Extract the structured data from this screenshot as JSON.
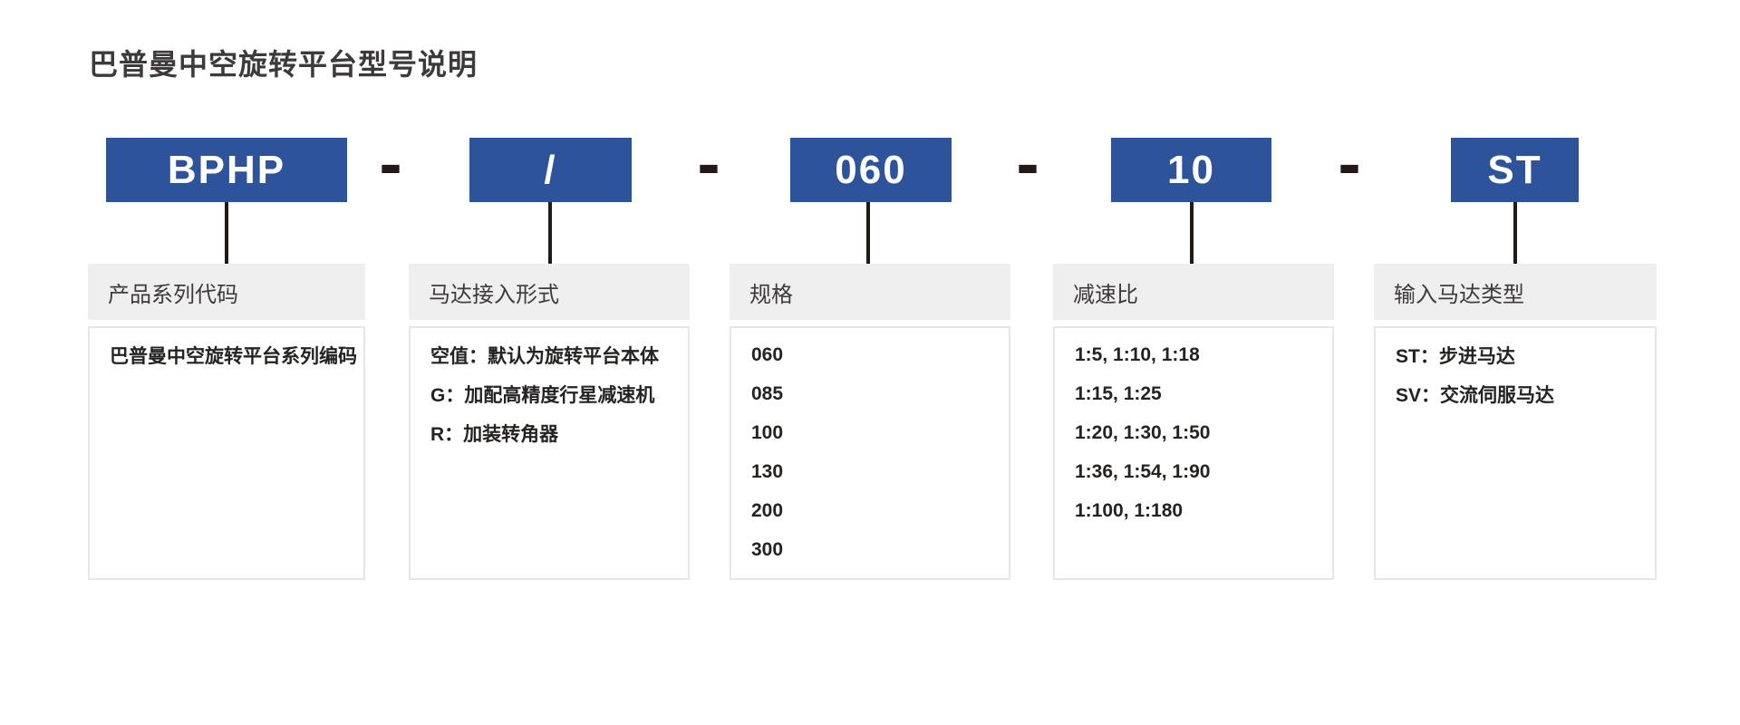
{
  "title": "巴普曼中空旋转平台型号说明",
  "separator": "-",
  "colors": {
    "accent_blue": "#2d549b",
    "line_dark": "#231916",
    "card_header_bg": "#efefef",
    "card_border": "#e6e6e6",
    "title_text": "#3e3a39",
    "body_text": "#262220"
  },
  "segments": [
    {
      "code": "BPHP",
      "label": "产品系列代码",
      "items": [
        "巴普曼中空旋转平台系列编码"
      ]
    },
    {
      "code": "/",
      "label": "马达接入形式",
      "items": [
        "空值：默认为旋转平台本体",
        "G：加配高精度行星减速机",
        "R：加装转角器"
      ]
    },
    {
      "code": "060",
      "label": "规格",
      "items": [
        "060",
        "085",
        "100",
        "130",
        "200",
        "300"
      ]
    },
    {
      "code": "10",
      "label": "减速比",
      "items": [
        "1:5, 1:10, 1:18",
        "1:15, 1:25",
        "1:20, 1:30, 1:50",
        "1:36, 1:54, 1:90",
        "1:100, 1:180"
      ]
    },
    {
      "code": "ST",
      "label": "输入马达类型",
      "items": [
        "ST：步进马达",
        "SV：交流伺服马达"
      ]
    }
  ]
}
